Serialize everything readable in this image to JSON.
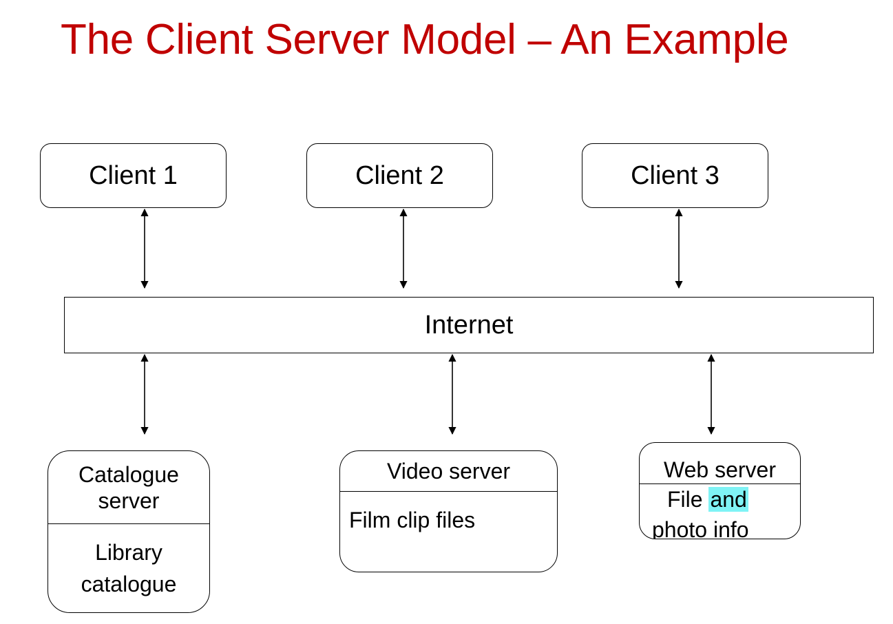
{
  "title": "The Client Server Model – An Example",
  "colors": {
    "title": "#c00000",
    "highlight": "#7ff3f5"
  },
  "clients": [
    {
      "label": "Client 1"
    },
    {
      "label": "Client 2"
    },
    {
      "label": "Client 3"
    }
  ],
  "internet": {
    "label": "Internet"
  },
  "servers": [
    {
      "name_line1": "Catalogue",
      "name_line2": "server",
      "content_line1": "Library",
      "content_line2": "catalogue"
    },
    {
      "name": "Video server",
      "content": "Film clip files"
    },
    {
      "name": "Web server",
      "content_pre": "File ",
      "content_highlight": "and",
      "content_line2": "photo info"
    }
  ]
}
